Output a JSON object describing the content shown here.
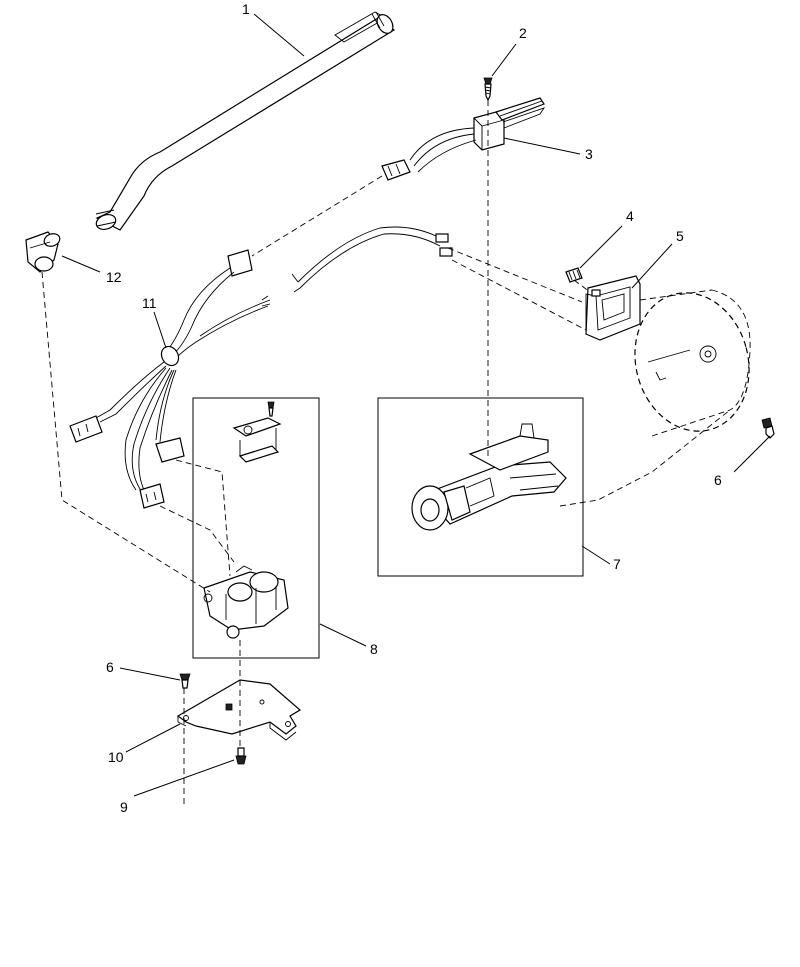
{
  "callouts": [
    {
      "id": "1",
      "label": "1"
    },
    {
      "id": "2",
      "label": "2"
    },
    {
      "id": "3",
      "label": "3"
    },
    {
      "id": "4",
      "label": "4"
    },
    {
      "id": "5",
      "label": "5"
    },
    {
      "id": "6a",
      "label": "6"
    },
    {
      "id": "7",
      "label": "7"
    },
    {
      "id": "8",
      "label": "8"
    },
    {
      "id": "6b",
      "label": "6"
    },
    {
      "id": "9",
      "label": "9"
    },
    {
      "id": "10",
      "label": "10"
    },
    {
      "id": "11",
      "label": "11"
    },
    {
      "id": "12",
      "label": "12"
    }
  ]
}
